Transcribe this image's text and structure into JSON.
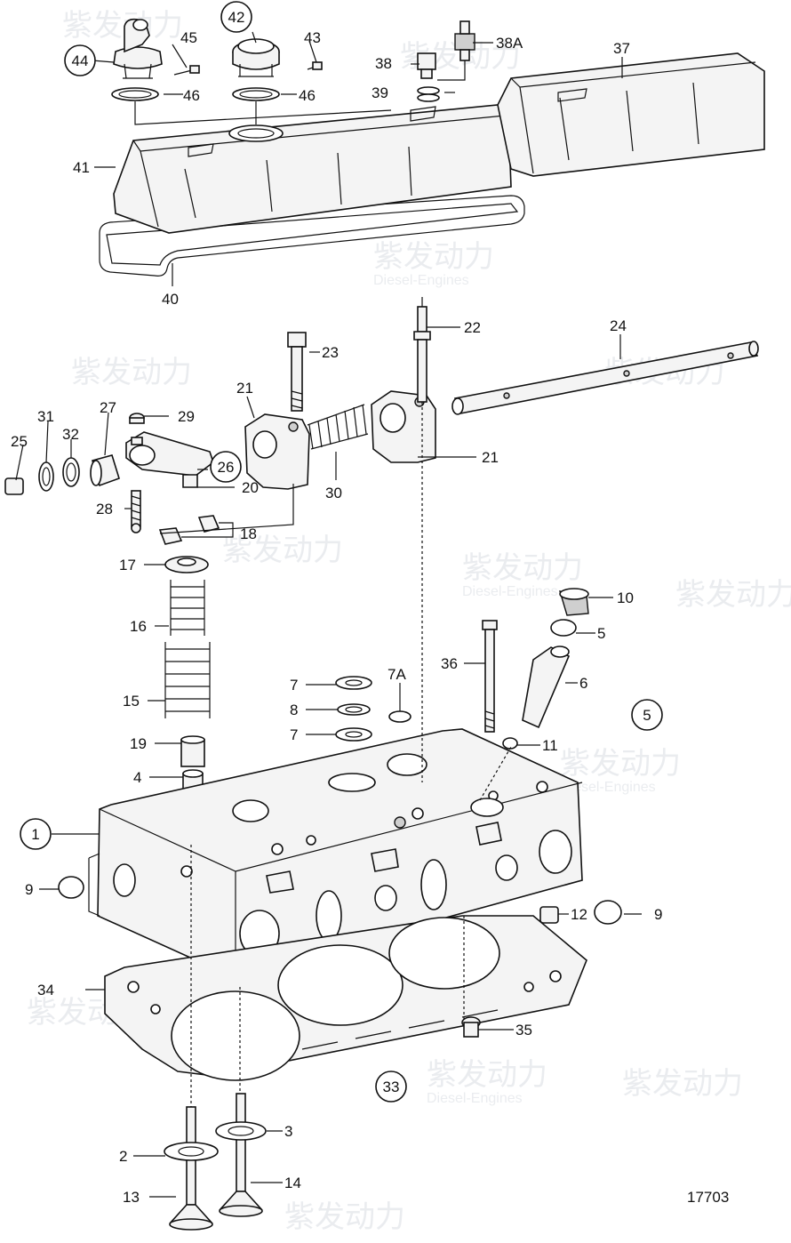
{
  "diagram_number": "17703",
  "watermark": {
    "brand": "紫发动力",
    "sub": "Diesel-Engines"
  },
  "callouts": {
    "c1": "1",
    "c2": "2",
    "c3": "3",
    "c4": "4",
    "c5a": "5",
    "c5b": "5",
    "c6": "6",
    "c7a": "7",
    "c7b": "7",
    "c7A": "7A",
    "c8": "8",
    "c9a": "9",
    "c9b": "9",
    "c10": "10",
    "c11": "11",
    "c12": "12",
    "c13": "13",
    "c14": "14",
    "c15": "15",
    "c16": "16",
    "c17": "17",
    "c18": "18",
    "c19": "19",
    "c20": "20",
    "c21a": "21",
    "c21b": "21",
    "c22": "22",
    "c23": "23",
    "c24": "24",
    "c25": "25",
    "c26": "26",
    "c27": "27",
    "c28": "28",
    "c29": "29",
    "c30": "30",
    "c31": "31",
    "c32": "32",
    "c33": "33",
    "c34": "34",
    "c35": "35",
    "c36": "36",
    "c37": "37",
    "c38": "38",
    "c38A": "38A",
    "c39": "39",
    "c40": "40",
    "c41": "41",
    "c42": "42",
    "c43": "43",
    "c44": "44",
    "c45": "45",
    "c46a": "46",
    "c46b": "46"
  }
}
